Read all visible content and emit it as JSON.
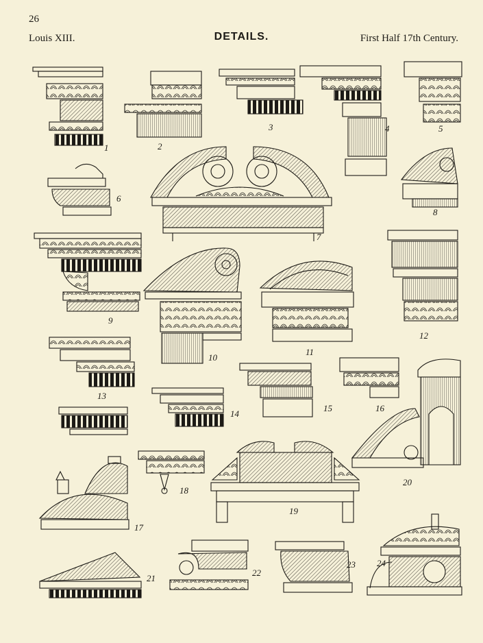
{
  "header": {
    "page_number": "26",
    "style": "Louis XIII.",
    "title": "DETAILS.",
    "period": "First Half 17th Century."
  },
  "figure_labels": [
    "1",
    "2",
    "3",
    "4",
    "5",
    "6",
    "7",
    "8",
    "9",
    "10",
    "11",
    "12",
    "13",
    "14",
    "15",
    "16",
    "17",
    "18",
    "19",
    "20",
    "21",
    "22",
    "23",
    "24"
  ],
  "colors": {
    "paper": "#f6f1d9",
    "ink": "#1c1a16"
  }
}
